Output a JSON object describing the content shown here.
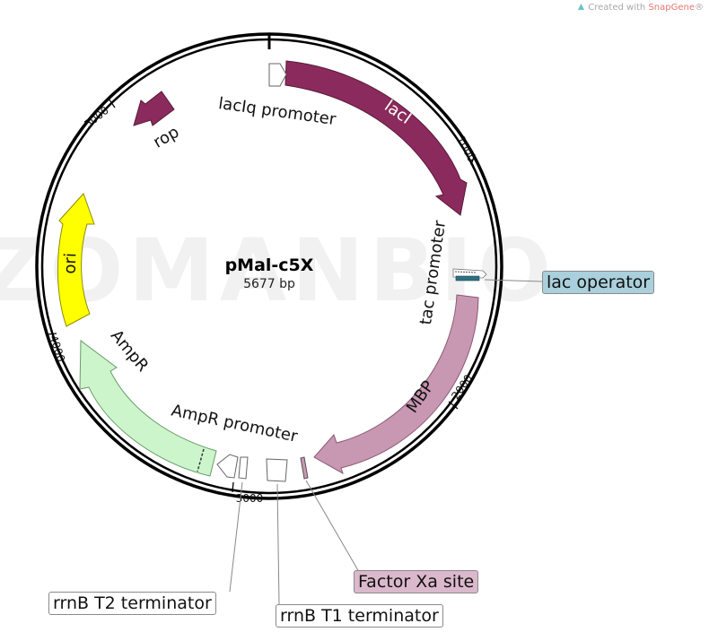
{
  "credit": {
    "prefix": "Created with ",
    "brand": "SnapGene",
    "suffix": "®"
  },
  "watermark": "ZOMANBIO",
  "plasmid": {
    "name": "pMal-c5X",
    "size": "5677 bp"
  },
  "ticks": [
    "1000",
    "2000",
    "3000",
    "4000",
    "5000"
  ],
  "features": {
    "lacI": "lacI",
    "lacIq_promoter": "lacIq promoter",
    "rop": "rop",
    "ori": "ori",
    "AmpR": "AmpR",
    "AmpR_promoter": "AmpR promoter",
    "tac_promoter": "tac promoter",
    "MBP": "MBP"
  },
  "callouts": {
    "lac_operator": "lac operator",
    "factor_xa": "Factor Xa site",
    "rrnB_T2": "rrnB T2 terminator",
    "rrnB_T1": "rrnB T1 terminator"
  },
  "colors": {
    "lacI": "#8b2a5c",
    "rop": "#8b2a5c",
    "ori": "#ffff00",
    "AmpR": "#ccf5cc",
    "MBP": "#c897b2",
    "lac_operator_box": "#a9d0dc",
    "factor_xa_box": "#dbb8cc"
  }
}
